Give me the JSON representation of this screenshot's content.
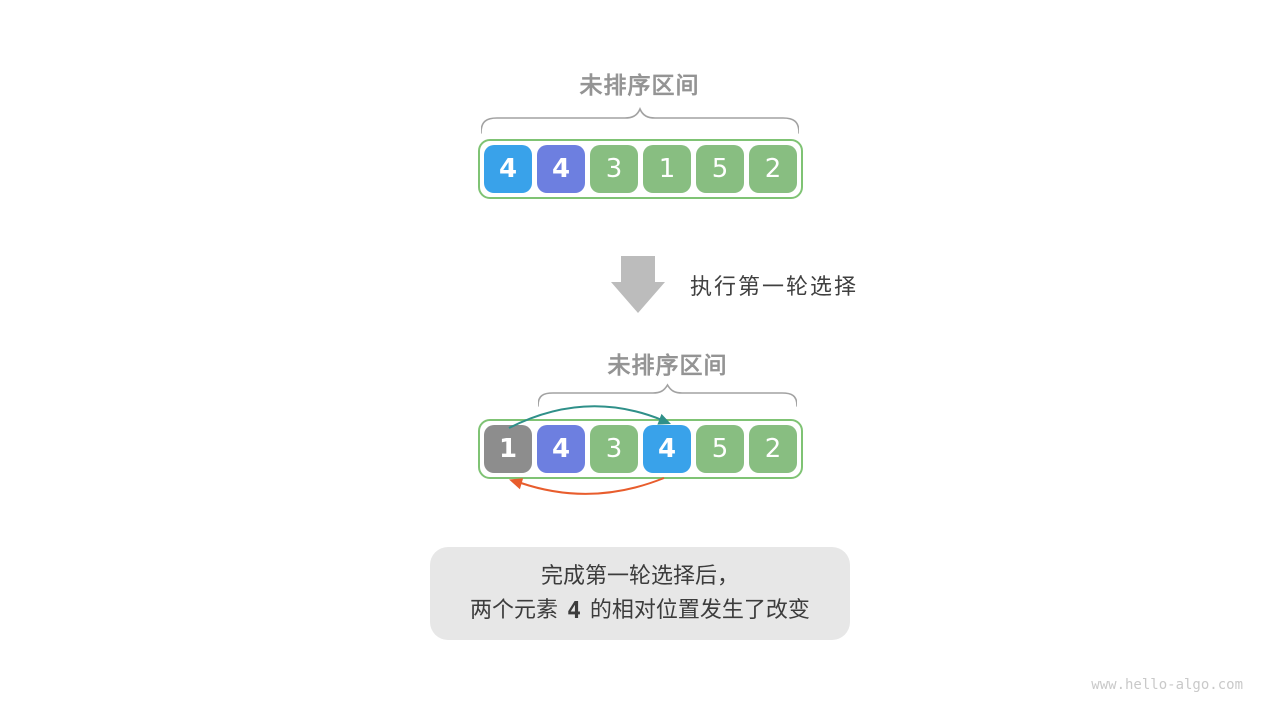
{
  "watermark": "www.hello-algo.com",
  "colors": {
    "cell_blue": "#39a2ea",
    "cell_purple": "#6d7fe0",
    "cell_green": "#88be81",
    "cell_gray": "#8d8d8d",
    "container_border": "#7fc374",
    "brace_gray": "#a2a2a2",
    "label_gray": "#949494",
    "big_arrow_gray": "#bcbcbc",
    "swap_arrow_teal": "#2f9089",
    "swap_arrow_orange": "#e85d2d",
    "caption_bg": "#e7e7e7",
    "caption_text": "#3c3c3c"
  },
  "step1": {
    "label": "未排序区间",
    "cells": [
      {
        "value": "4",
        "color": "blue",
        "bold": true
      },
      {
        "value": "4",
        "color": "purple",
        "bold": true
      },
      {
        "value": "3",
        "color": "green",
        "bold": false
      },
      {
        "value": "1",
        "color": "green",
        "bold": false
      },
      {
        "value": "5",
        "color": "green",
        "bold": false
      },
      {
        "value": "2",
        "color": "green",
        "bold": false
      }
    ]
  },
  "transition": {
    "arrow_icon": "down-arrow",
    "text": "执行第一轮选择"
  },
  "step2": {
    "label": "未排序区间",
    "cells": [
      {
        "value": "1",
        "color": "gray",
        "bold": true
      },
      {
        "value": "4",
        "color": "purple",
        "bold": true
      },
      {
        "value": "3",
        "color": "green",
        "bold": false
      },
      {
        "value": "4",
        "color": "blue",
        "bold": true
      },
      {
        "value": "5",
        "color": "green",
        "bold": false
      },
      {
        "value": "2",
        "color": "green",
        "bold": false
      }
    ],
    "swap_arrows": [
      {
        "color": "teal",
        "direction": "forward"
      },
      {
        "color": "orange",
        "direction": "backward"
      }
    ]
  },
  "caption": {
    "line1": "完成第一轮选择后，",
    "line2_prefix": "两个元素",
    "line2_highlight": "4",
    "line2_suffix": "的相对位置发生了改变"
  }
}
